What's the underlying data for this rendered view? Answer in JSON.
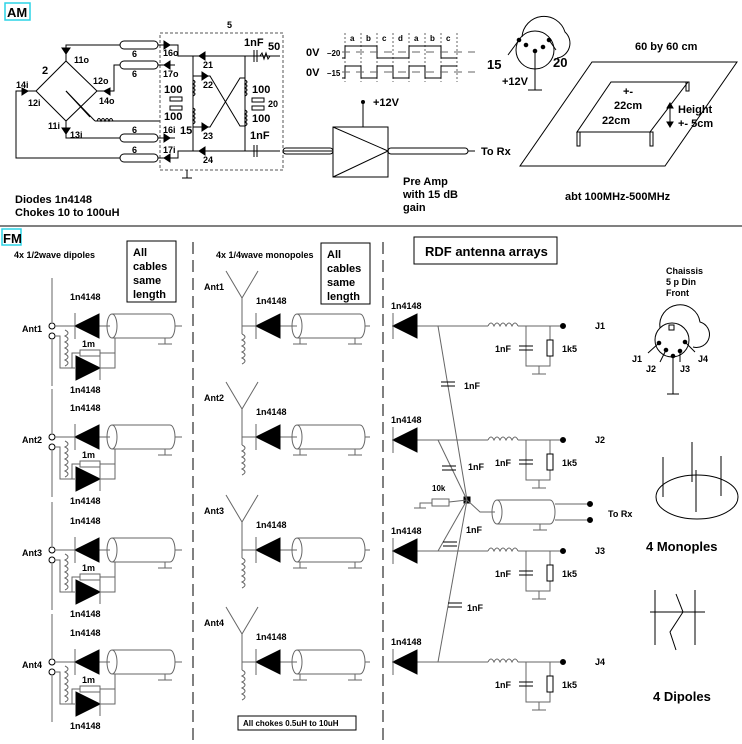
{
  "am": {
    "section_label": "AM",
    "box_ref": "5",
    "bridge_labels": [
      "2",
      "11o",
      "12o",
      "12i",
      "11i",
      "13i",
      "14i",
      "14o"
    ],
    "coax_labels": [
      "6",
      "6",
      "6",
      "6"
    ],
    "diode_labels": [
      "16o",
      "17o",
      "16i",
      "17i",
      "21",
      "22",
      "23",
      "24"
    ],
    "cap_top": "1nF",
    "res_top": "50",
    "res_labels": [
      "100",
      "100",
      "100",
      "100"
    ],
    "node_20": "20",
    "node_15": "15",
    "cap_bottom": "1nF",
    "notes": [
      "Diodes 1n4148",
      "Chokes 10 to 100uH"
    ],
    "waveform": {
      "phases": [
        "a",
        "b",
        "c",
        "d",
        "a",
        "b",
        "c"
      ],
      "rows": [
        {
          "level": "0V",
          "pin": "20"
        },
        {
          "level": "0V",
          "pin": "15"
        }
      ]
    },
    "din": {
      "pin_left": "15",
      "pin_right": "20",
      "supply": "+12V"
    },
    "amp": {
      "supply": "+12V",
      "output": "To Rx",
      "caption": [
        "Pre Amp",
        "with 15 dB",
        "gain"
      ]
    },
    "plane": {
      "size": "60 by 60 cm",
      "inner": [
        "+-",
        "22cm",
        "22cm"
      ],
      "height": [
        "Height",
        "+- 5cm"
      ],
      "freq": "abt 100MHz-500MHz"
    }
  },
  "fm": {
    "section_label": "FM",
    "dipoles": {
      "title": "4x 1/2wave dipoles",
      "note": [
        "All",
        "cables",
        "same",
        "length"
      ],
      "diode": "1n4148",
      "resistor": "1m",
      "antennas": [
        "Ant1",
        "Ant2",
        "Ant3",
        "Ant4"
      ]
    },
    "monopoles": {
      "title": "4x 1/4wave monopoles",
      "note": [
        "All",
        "cables",
        "same",
        "length"
      ],
      "diode": "1n4148",
      "antennas": [
        "Ant1",
        "Ant2",
        "Ant3",
        "Ant4"
      ],
      "chokes_note": "All chokes 0.5uH to 10uH"
    },
    "rdf": {
      "title": "RDF antenna arrays",
      "diode": "1n4148",
      "cap": "1nF",
      "res": "1k5",
      "outputs": [
        "J1",
        "J2",
        "J3",
        "J4"
      ],
      "coupling_caps": [
        "1nF",
        "1nF",
        "1nF",
        "1nF"
      ],
      "load": "10k",
      "to_rx": "To Rx"
    },
    "chassis": {
      "title": [
        "Chaissis",
        "5 p Din",
        "Front"
      ],
      "pins": [
        "J1",
        "J2",
        "J3",
        "J4"
      ]
    },
    "monopoles_fig": "4 Monoples",
    "dipoles_fig": "4 Dipoles"
  }
}
